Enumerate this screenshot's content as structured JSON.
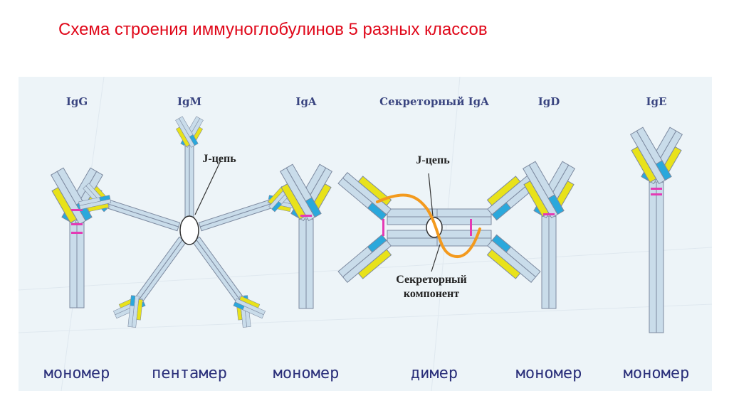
{
  "title": "Схема строения иммуноглобулинов 5 разных классов",
  "classes": {
    "igg": {
      "name": "IgG",
      "form": "мономер"
    },
    "igm": {
      "name": "IgM",
      "form": "пентамер",
      "note": "J-цепь"
    },
    "iga": {
      "name": "IgA",
      "form": "мономер"
    },
    "siga": {
      "name": "Секреторный IgA",
      "form": "димер",
      "note_j": "J-цепь",
      "note_sc_1": "Секреторный",
      "note_sc_2": "компонент"
    },
    "igd": {
      "name": "IgD",
      "form": "мономер"
    },
    "ige": {
      "name": "IgE",
      "form": "мономер"
    }
  },
  "colors": {
    "chain_fill": "#c9dcea",
    "chain_stroke": "#7d8aa0",
    "variable_blue": "#2aa8dc",
    "variable_yellow": "#e8e21a",
    "disulfide": "#e43ab4",
    "secretory": "#f39a1e",
    "title": "#e0081a"
  }
}
